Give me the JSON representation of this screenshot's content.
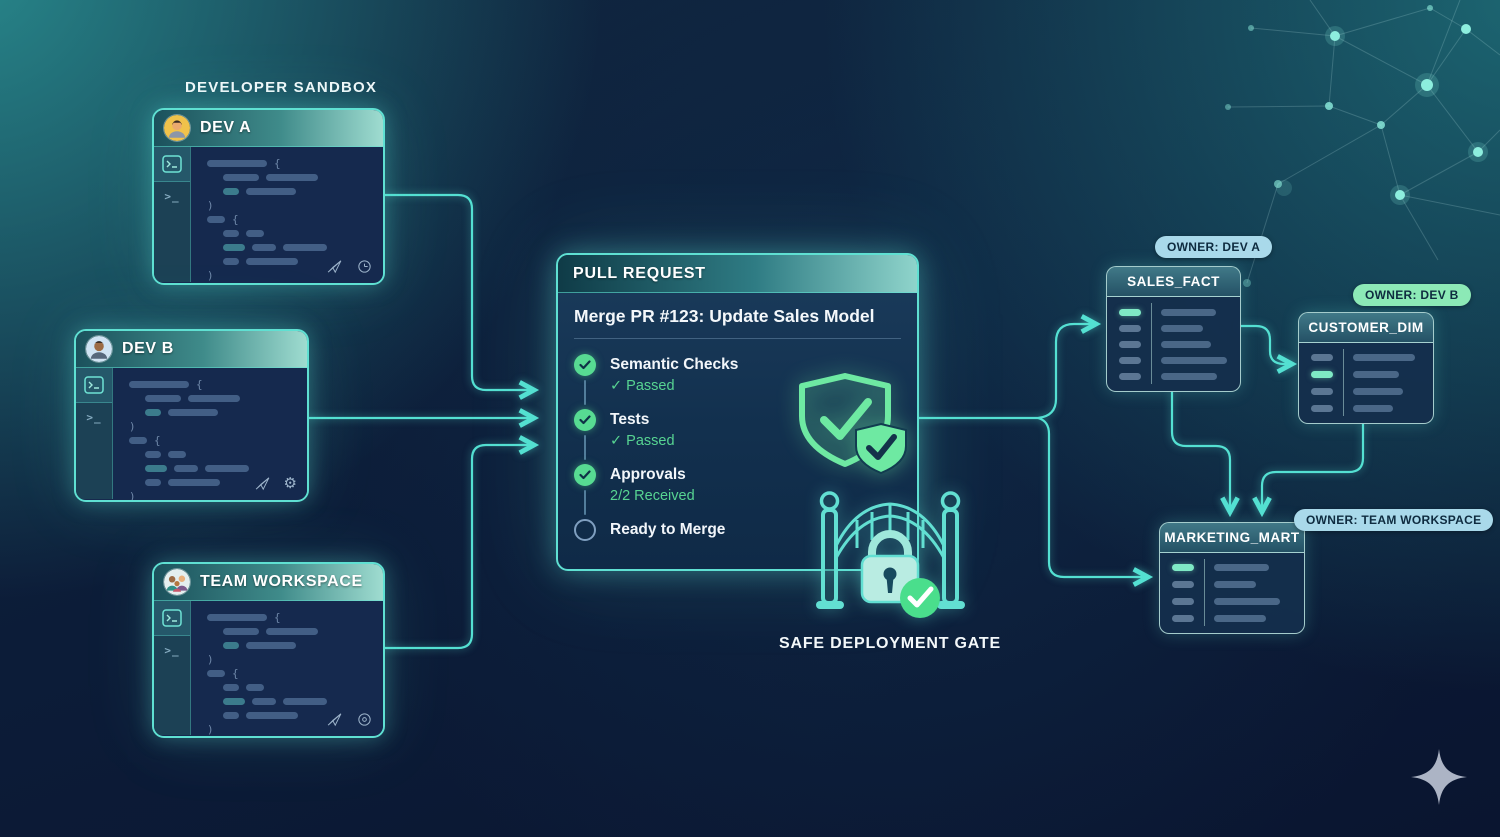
{
  "colors": {
    "accent_teal": "#5fe0d2",
    "connector": "#54e0d2",
    "success_green": "#57db92",
    "badge_blue": "#a9d9ea",
    "badge_green": "#8ce9b6"
  },
  "labels": {
    "sandbox_title": "DEVELOPER SANDBOX",
    "gate_label": "SAFE DEPLOYMENT GATE"
  },
  "windows": [
    {
      "title": "DEV A",
      "avatar": "developer-a",
      "footer_icons": [
        "send-icon",
        "clock-icon"
      ]
    },
    {
      "title": "DEV B",
      "avatar": "developer-b",
      "footer_icons": [
        "send-icon",
        "gear-icon"
      ]
    },
    {
      "title": "TEAM WORKSPACE",
      "avatar": "team-group",
      "footer_icons": [
        "send-icon",
        "target-icon"
      ]
    }
  ],
  "editor_rows": [
    {
      "i": 0,
      "b": [
        [
          "g",
          60
        ]
      ],
      "t": "{"
    },
    {
      "i": 1,
      "b": [
        [
          "g",
          36
        ],
        [
          "g",
          52
        ]
      ]
    },
    {
      "i": 1,
      "b": [
        [
          "t",
          16
        ],
        [
          "g",
          50
        ]
      ]
    },
    {
      "i": 0,
      "b": [],
      "h": ")"
    },
    {
      "i": 0,
      "b": [
        [
          "g",
          18
        ]
      ],
      "t": "{"
    },
    {
      "i": 1,
      "b": [
        [
          "g",
          16
        ],
        [
          "g",
          18
        ]
      ]
    },
    {
      "i": 1,
      "b": [
        [
          "t",
          22
        ],
        [
          "g",
          24
        ],
        [
          "g",
          44
        ]
      ]
    },
    {
      "i": 1,
      "b": [
        [
          "g",
          16
        ],
        [
          "g",
          52
        ]
      ]
    },
    {
      "i": 0,
      "b": [],
      "h": ")"
    }
  ],
  "pull_request": {
    "header_label": "PULL REQUEST",
    "title": "Merge PR #123: Update Sales Model",
    "checks": [
      {
        "label": "Semantic Checks",
        "status": "✓ Passed",
        "state": "done"
      },
      {
        "label": "Tests",
        "status": "✓ Passed",
        "state": "done"
      },
      {
        "label": "Approvals",
        "status": "2/2 Received",
        "state": "done"
      },
      {
        "label": "Ready to Merge",
        "status": "",
        "state": "pending"
      }
    ]
  },
  "tables": [
    {
      "name": "SALES_FACT",
      "owner": "OWNER: DEV A",
      "badge_color": "#a9d9ea",
      "row_bars": [
        [
          "accent",
          55
        ],
        [
          "gray",
          42
        ],
        [
          "gray",
          50
        ],
        [
          "gray",
          66
        ],
        [
          "gray",
          56
        ]
      ]
    },
    {
      "name": "CUSTOMER_DIM",
      "owner": "OWNER: DEV B",
      "badge_color": "#8ce9b6",
      "row_bars": [
        [
          "gray",
          62
        ],
        [
          "accent",
          46
        ],
        [
          "gray",
          50
        ],
        [
          "gray",
          40
        ]
      ]
    },
    {
      "name": "MARKETING_MART",
      "owner": "OWNER: TEAM WORKSPACE",
      "badge_color": "#a9d9ea",
      "row_bars": [
        [
          "accent",
          55
        ],
        [
          "gray",
          42
        ],
        [
          "gray",
          66
        ],
        [
          "gray",
          52
        ]
      ]
    }
  ]
}
